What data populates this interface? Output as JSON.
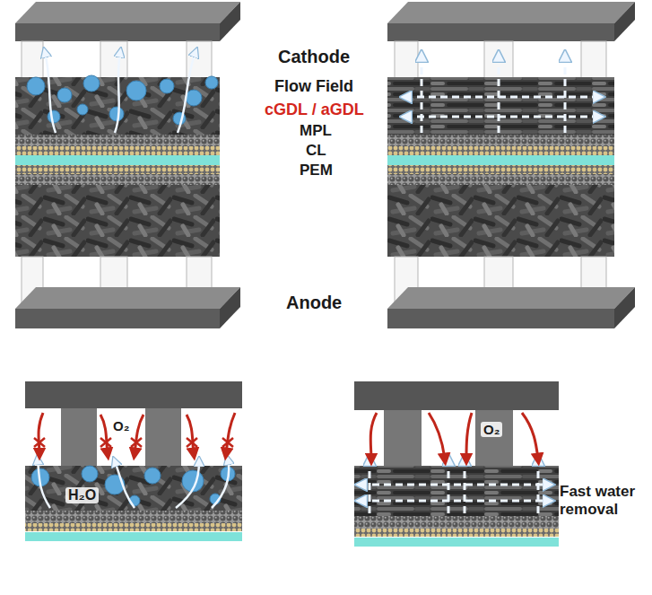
{
  "diagram": {
    "labels": [
      "Cathode",
      "Flow Field",
      "cGDL / aGDL",
      "MPL",
      "CL",
      "PEM",
      "Anode",
      "O₂",
      "H₂O",
      "O₂",
      "Fast water removal"
    ]
  }
}
